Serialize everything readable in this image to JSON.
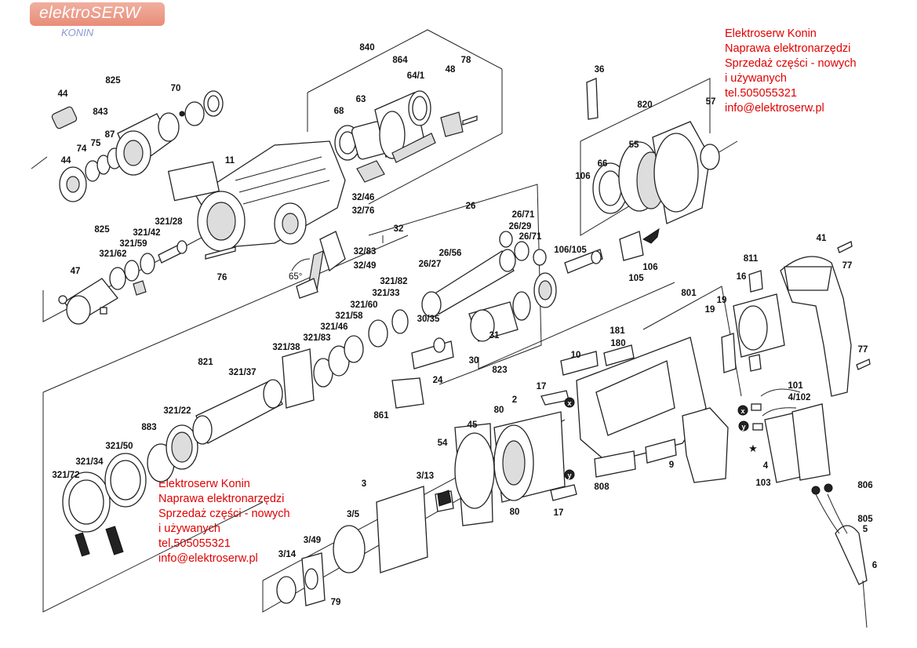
{
  "logo": {
    "name": "elektroSERW",
    "city": "KONIN"
  },
  "ads": [
    {
      "lines": [
        "Elektroserw Konin",
        "Naprawa elektronarzędzi",
        "Sprzedaż części - nowych",
        "i używanych",
        "tel.505055321",
        "info@elektroserw.pl"
      ]
    },
    {
      "lines": [
        "Elektroserw Konin",
        "Naprawa elektronarzędzi",
        "Sprzedaż części - nowych",
        "i używanych",
        "tel.505055321",
        "info@elektroserw.pl"
      ]
    }
  ],
  "angle_label": "65°",
  "parts": [
    "44",
    "825",
    "843",
    "74",
    "75",
    "87",
    "70",
    "44",
    "840",
    "864",
    "64/1",
    "48",
    "78",
    "68",
    "63",
    "11",
    "32/46",
    "32/76",
    "32",
    "32/83",
    "32/49",
    "825",
    "321/28",
    "321/42",
    "321/59",
    "321/62",
    "47",
    "76",
    "26",
    "26/71",
    "26/29",
    "26/71",
    "26/56",
    "26/27",
    "30/35",
    "31",
    "30",
    "24",
    "823",
    "861",
    "321/82",
    "321/33",
    "321/60",
    "321/58",
    "321/46",
    "321/83",
    "321/38",
    "821",
    "321/37",
    "321/22",
    "883",
    "321/50",
    "321/34",
    "321/72",
    "36",
    "820",
    "57",
    "55",
    "66",
    "106",
    "106/105",
    "106",
    "105",
    "41",
    "811",
    "77",
    "16",
    "19",
    "19",
    "801",
    "181",
    "180",
    "10",
    "77",
    "101",
    "4/102",
    "17",
    "2",
    "80",
    "45",
    "54",
    "3",
    "3/13",
    "3/5",
    "3/49",
    "3/14",
    "79",
    "80",
    "17",
    "808",
    "9",
    "4",
    "103",
    "806",
    "805",
    "5",
    "6"
  ],
  "markers": [
    "x",
    "y",
    "y",
    "x",
    "★"
  ]
}
